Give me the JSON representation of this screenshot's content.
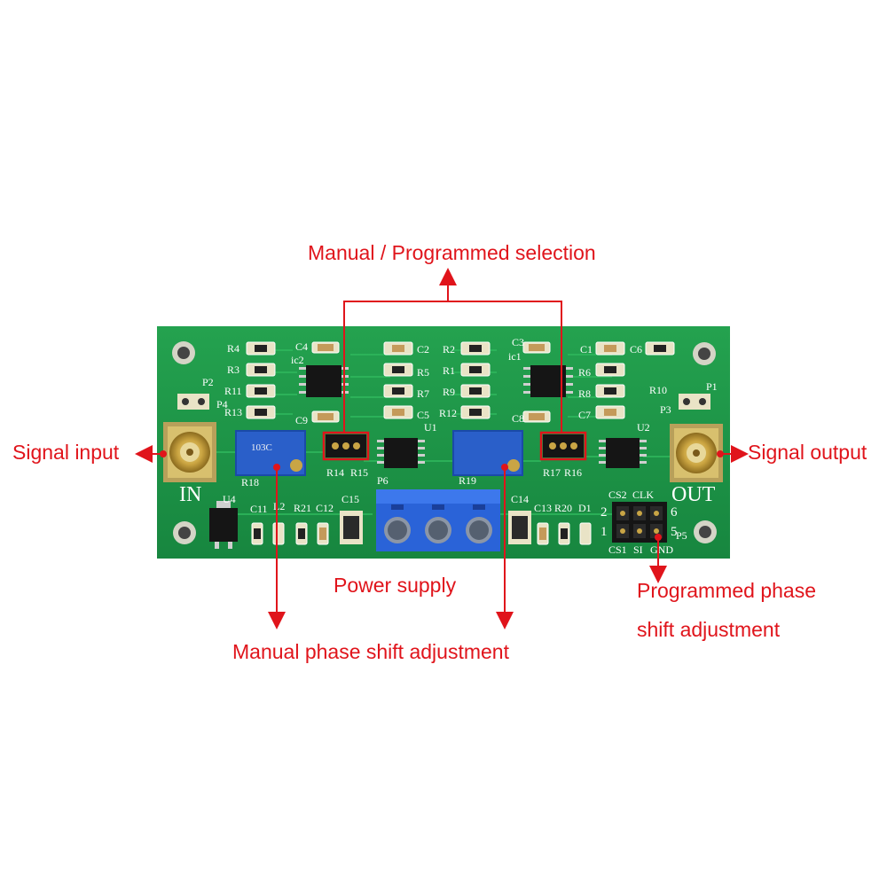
{
  "annotations": {
    "manual_programmed_selection": "Manual / Programmed selection",
    "signal_input": "Signal input",
    "signal_output": "Signal output",
    "power_supply": "Power supply",
    "manual_phase_shift": "Manual phase shift adjustment",
    "programmed_phase_line1": "Programmed phase",
    "programmed_phase_line2": "shift adjustment"
  },
  "board_labels": {
    "in": "IN",
    "out": "OUT",
    "r4": "R4",
    "r3": "R3",
    "r11": "R11",
    "r13": "R13",
    "c4": "C4",
    "ic2": "ic2",
    "c9": "C9",
    "c2": "C2",
    "r5": "R5",
    "r7": "R7",
    "c5": "C5",
    "u1": "U1",
    "r2": "R2",
    "r1": "R1",
    "r9": "R9",
    "r12": "R12",
    "c3": "C3",
    "ic1": "ic1",
    "c8": "C8",
    "c1": "C1",
    "c6": "C6",
    "r6": "R6",
    "r8": "R8",
    "c7": "C7",
    "u2": "U2",
    "r10": "R10",
    "p1": "P1",
    "p2": "P2",
    "p3": "P3",
    "p4": "P4",
    "r18": "R18",
    "r14": "R14",
    "r15": "R15",
    "p6": "P6",
    "r19": "R19",
    "r17": "R17",
    "r16": "R16",
    "u4": "U4",
    "c11": "C11",
    "l2": "L2",
    "r21": "R21",
    "c12": "C12",
    "c15": "C15",
    "c14": "C14",
    "c13": "C13",
    "r20": "R20",
    "d1": "D1",
    "cs2": "CS2",
    "clk": "CLK",
    "cs1": "CS1",
    "si": "SI",
    "gnd": "GND",
    "p5": "P5",
    "pin2": "2",
    "pin1": "1",
    "pin6": "6",
    "pin5": "5",
    "pot_text": "103C"
  },
  "colors": {
    "annotation": "#e0141b",
    "pcb": "#1f9a4a",
    "pot": "#2a5fc9",
    "terminal": "#2a63d8",
    "gold": "#c9a545"
  }
}
